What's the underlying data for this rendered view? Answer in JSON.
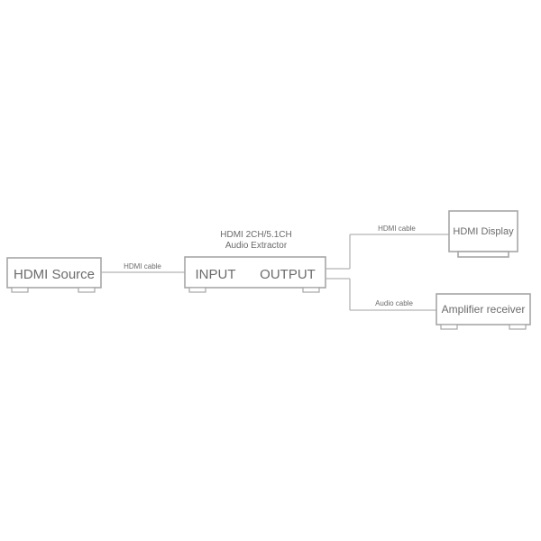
{
  "diagram": {
    "source_label": "HDMI Source",
    "extractor_caption_line1": "HDMI 2CH/5.1CH",
    "extractor_caption_line2": "Audio Extractor",
    "extractor_input_label": "INPUT",
    "extractor_output_label": "OUTPUT",
    "display_label": "HDMI Display",
    "amplifier_label": "Amplifier receiver",
    "cable_source_to_extractor": "HDMI cable",
    "cable_extractor_to_display": "HDMI cable",
    "cable_extractor_to_amplifier": "Audio cable"
  },
  "colors": {
    "line": "#b3b3b3",
    "box_stroke": "#a6a6a6",
    "text": "#6b6b6b"
  }
}
